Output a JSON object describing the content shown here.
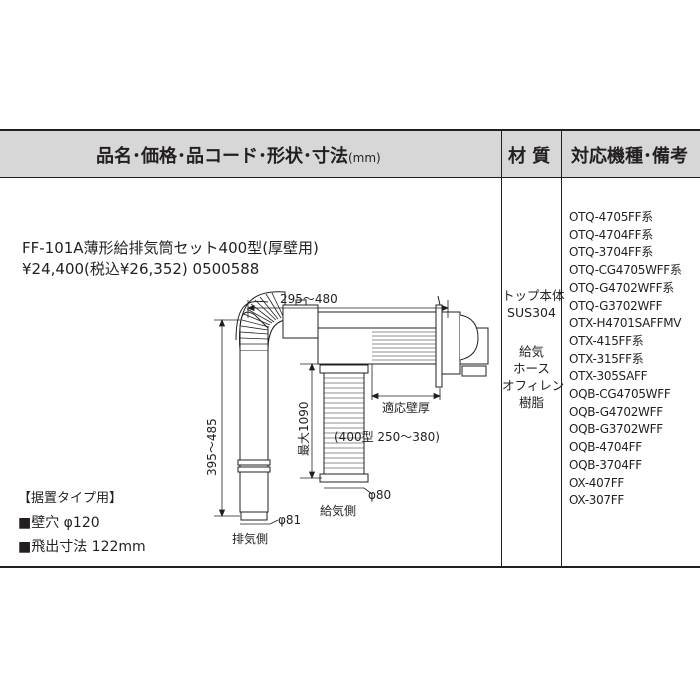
{
  "header": {
    "col1_label": "品名･価格･品コード･形状･寸法",
    "col1_unit": "(mm)",
    "col2_label": "材 質",
    "col3_label": "対応機種･備考"
  },
  "product": {
    "name": "FF-101A薄形給排気筒セット400型(厚壁用)",
    "price_line": "¥24,400(税込¥26,352) 0500588"
  },
  "install_note": {
    "title": "【据置タイプ用】",
    "wall_hole": "■壁穴 φ120",
    "protrusion": "■飛出寸法 122mm"
  },
  "diagram": {
    "dim_horizontal": "295～480",
    "dim_vertical": "395～485",
    "dim_max": "最大1090",
    "wall_thickness_label": "適応壁厚",
    "model_range": "(400型 250～380)",
    "phi80": "φ80",
    "phi81": "φ81",
    "intake_side": "給気側",
    "exhaust_side": "排気側"
  },
  "material": {
    "top_body_label": "トップ本体",
    "top_body_material": "SUS304",
    "hose_lines": [
      "給気",
      "ホース",
      "オフィレン",
      "樹脂"
    ]
  },
  "compatible_models": [
    "OTQ-4705FF系",
    "OTQ-4704FF系",
    "OTQ-3704FF系",
    "OTQ-CG4705WFF系",
    "OTQ-G4702WFF系",
    "OTQ-G3702WFF",
    "OTX-H4701SAFFMV",
    "OTX-415FF系",
    "OTX-315FF系",
    "OTX-305SAFF",
    "OQB-CG4705WFF",
    "OQB-G4702WFF",
    "OQB-G3702WFF",
    "OQB-4704FF",
    "OQB-3704FF",
    "OX-407FF",
    "OX-307FF"
  ],
  "colors": {
    "header_bg": "#d7d7d7",
    "line": "#231f20"
  }
}
